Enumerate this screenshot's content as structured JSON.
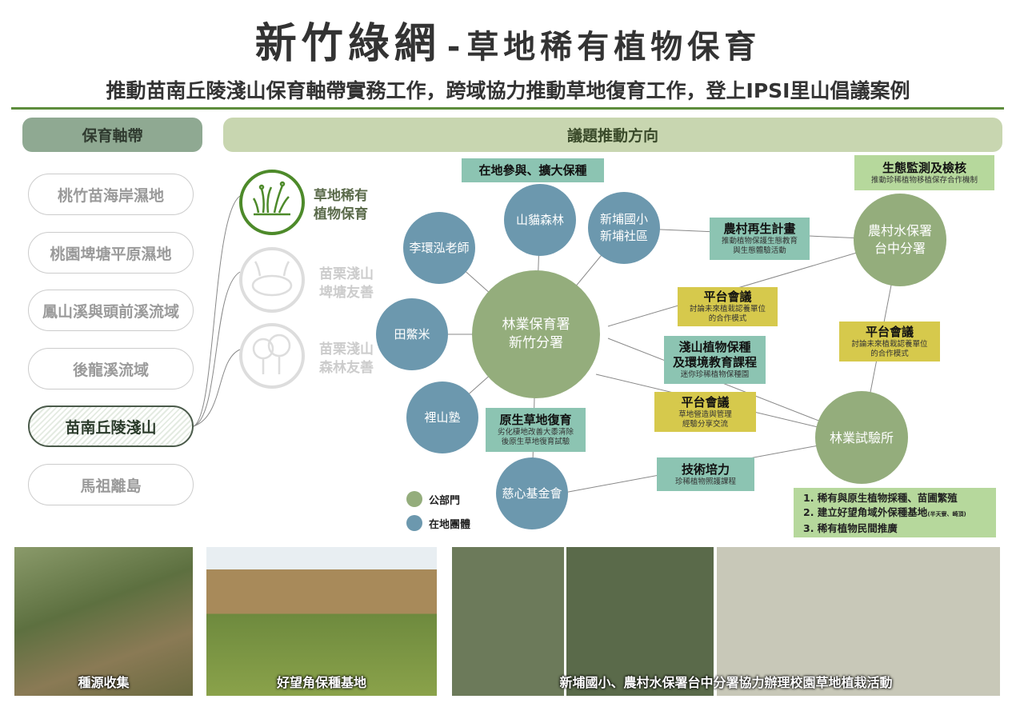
{
  "title": {
    "main": "新竹綠網",
    "dash": "-",
    "sub": "草地稀有植物保育"
  },
  "subtitle": "推動苗南丘陵淺山保育軸帶實務工作，跨域協力推動草地復育工作，登上IPSI里山倡議案例",
  "left_header": "保育軸帶",
  "right_header": "議題推動方向",
  "axes": [
    {
      "label": "桃竹苗海岸濕地"
    },
    {
      "label": "桃園埤塘平原濕地"
    },
    {
      "label": "鳳山溪與頭前溪流域"
    },
    {
      "label": "後龍溪流域"
    },
    {
      "label": "苗南丘陵淺山",
      "selected": true
    },
    {
      "label": "馬祖離島"
    }
  ],
  "themes": [
    {
      "line1": "草地稀有",
      "line2": "植物保育",
      "icon": "grassland-plant-icon",
      "active": true
    },
    {
      "line1": "苗栗淺山",
      "line2": "埤塘友善",
      "icon": "pond-icon",
      "active": false
    },
    {
      "line1": "苗栗淺山",
      "line2": "森林友善",
      "icon": "forest-icon",
      "active": false
    }
  ],
  "nodes": {
    "center": [
      "林業保育署",
      "新竹分署"
    ],
    "lee": "李環泓老師",
    "cat": "山貓森林",
    "xinpu": [
      "新埔國小",
      "新埔社區"
    ],
    "tianbie": "田鱉米",
    "lishan": "裡山塾",
    "cixin": "慈心基金會",
    "swcb": [
      "農村水保署",
      "台中分署"
    ],
    "tfri": "林業試驗所"
  },
  "boxes": {
    "local": {
      "title": "在地參與、擴大保種"
    },
    "monitor": {
      "title": "生態監測及檢核",
      "sub": "推動珍稀植物移植保存合作機制"
    },
    "rural": {
      "title": "農村再生計畫",
      "sub": [
        "推動植物保護生態教育",
        "與生態體驗活動"
      ]
    },
    "platform1": {
      "title": "平台會議",
      "sub": [
        "討論未來植栽認養單位",
        "的合作模式"
      ]
    },
    "shallow": {
      "title": [
        "淺山植物保種",
        "及環境教育課程"
      ],
      "sub": "迷你珍稀植物保種園"
    },
    "platform2": {
      "title": "平台會議",
      "sub": [
        "討論未來植栽認養單位",
        "的合作模式"
      ]
    },
    "platform3": {
      "title": "平台會議",
      "sub": [
        "草地營造與管理",
        "經驗分享交流"
      ]
    },
    "grass": {
      "title": "原生草地復育",
      "sub": [
        "劣化棲地改善大黍清除",
        "後原生草地復育試驗"
      ]
    },
    "tech": {
      "title": "技術培力",
      "sub": "珍稀植物照護課程"
    },
    "tasks": {
      "items": [
        "1.  稀有與原生植物採種、苗圃繁殖",
        "2.  建立好望角域外保種基地",
        "3.  稀有植物民間推廣"
      ],
      "note": "(半天寮、崎頂)"
    }
  },
  "legend": {
    "public": "公部門",
    "local": "在地團體",
    "public_color": "#94ad7c",
    "local_color": "#6c98ae"
  },
  "photos": [
    {
      "caption": "種源收集"
    },
    {
      "caption": "好望角保種基地"
    },
    {
      "caption": "新埔國小、農村水保署台中分署協力辦理校園草地植栽活動"
    }
  ]
}
